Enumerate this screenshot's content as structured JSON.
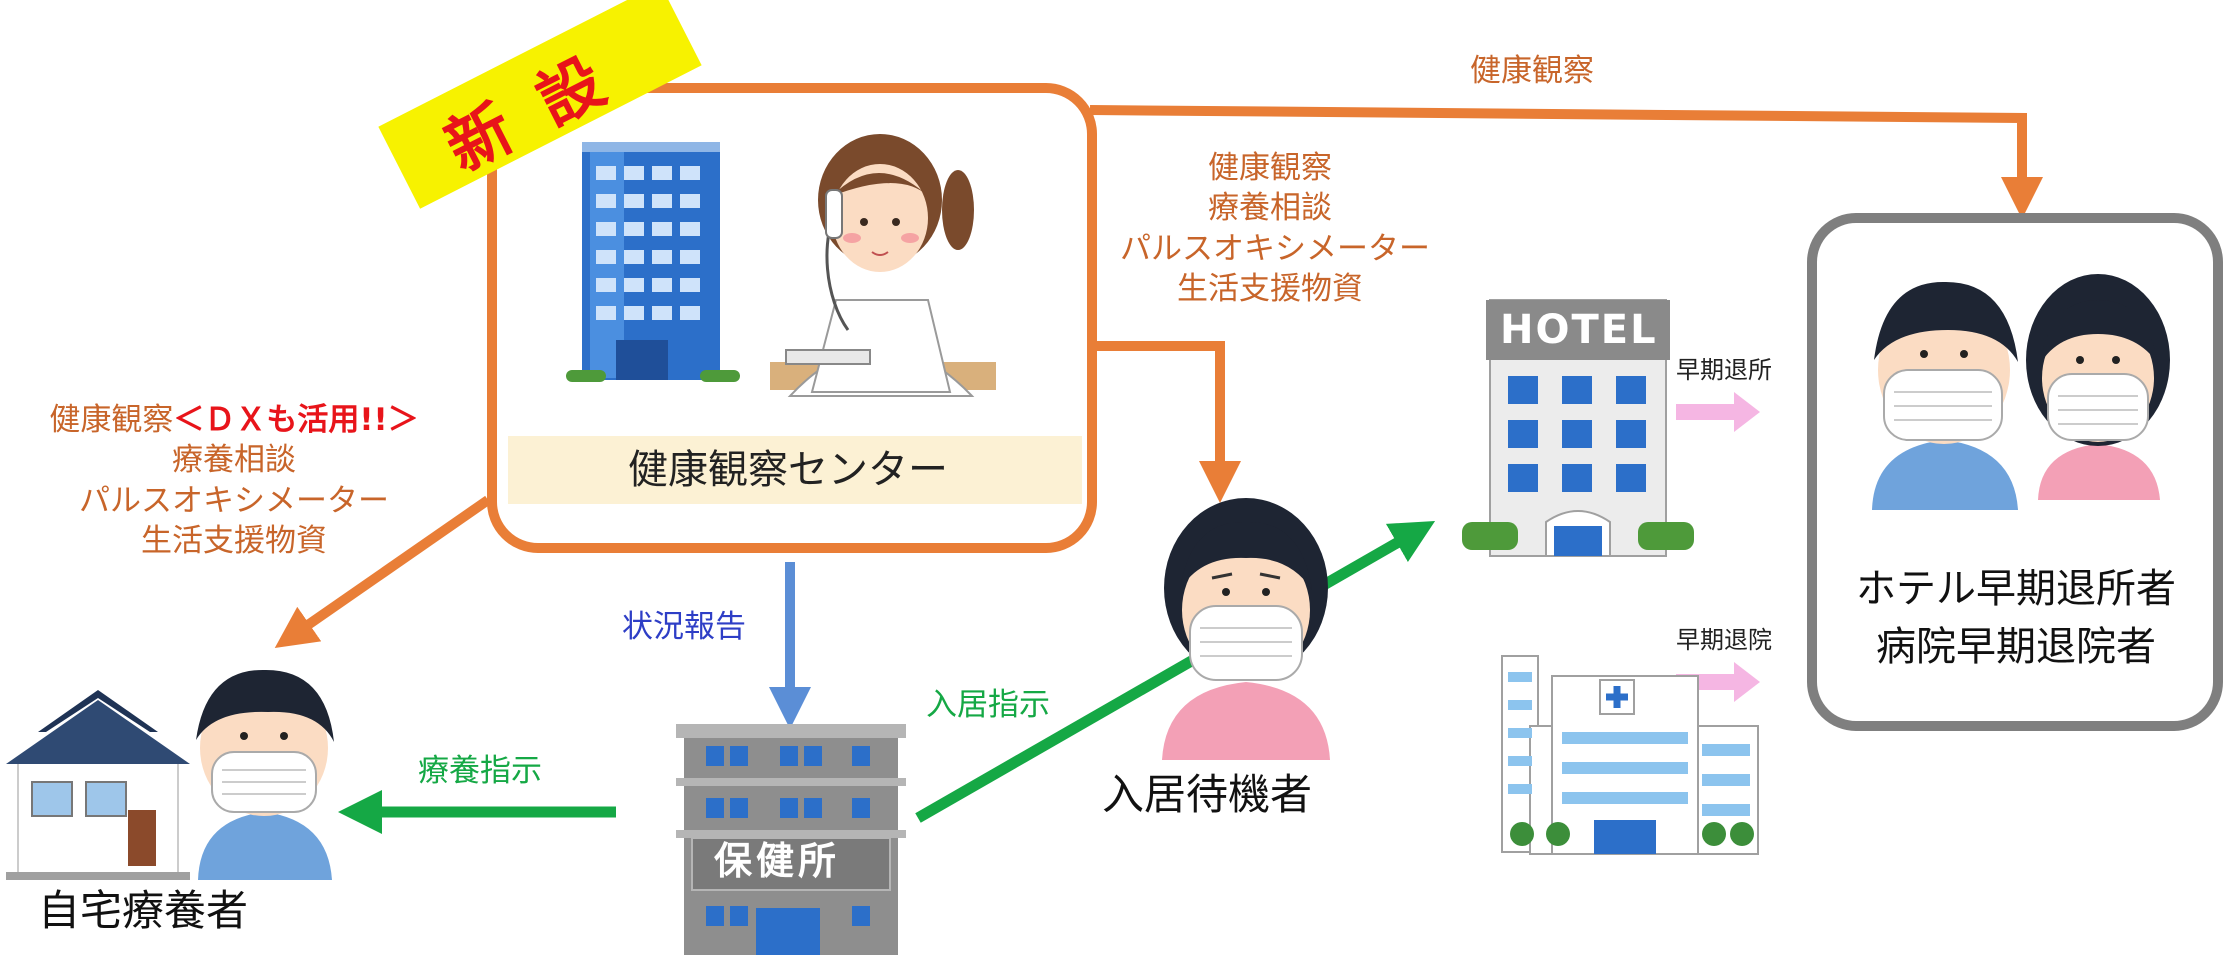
{
  "badge_new": "新 設",
  "center": {
    "name": "健康観察センター"
  },
  "left_services": {
    "line1_a": "健康観察",
    "line1_b": "＜ＤＸも活用!!＞",
    "line2": "療養相談",
    "line3": "パルスオキシメーター",
    "line4": "生活支援物資"
  },
  "right_services": [
    "健康観察",
    "療養相談",
    "パルスオキシメーター",
    "生活支援物資"
  ],
  "top_arrow_label": "健康観察",
  "status_report": "状況報告",
  "treatment_instruction": "療養指示",
  "admission_instruction": "入居指示",
  "home_patient": "自宅療養者",
  "waiting_patient": "入居待機者",
  "health_center_sign": "保健所",
  "hotel_sign": "HOTEL",
  "hotel_exit": "早期退所",
  "hospital_exit": "早期退院",
  "early_box": {
    "line1": "ホテル早期退所者",
    "line2": "病院早期退院者"
  },
  "colors": {
    "orange": "#E97E37",
    "orange_text": "#C8652A",
    "red": "#E8141A",
    "blue_text": "#2E3EC6",
    "green": "#15A845",
    "gray_frame": "#7F7F7F",
    "badge_yellow": "#F7F200",
    "pink_arrow": "#F5B6E3",
    "center_label_bg": "#FCF1D4"
  },
  "icons": [
    "office-building-icon",
    "nurse-on-phone-icon",
    "house-icon",
    "hotel-icon",
    "hospital-icon"
  ]
}
